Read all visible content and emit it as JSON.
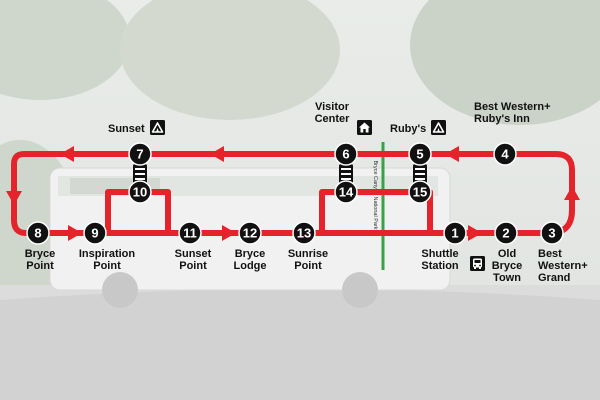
{
  "colors": {
    "route": "#e5232a",
    "stop_fill": "#111111",
    "stop_text": "#ffffff",
    "boundary": "#3aa14a",
    "label": "#111111"
  },
  "boundary_label": "Bryce Canyon National Park",
  "stops": [
    {
      "id": "1",
      "lines": [
        "Shuttle",
        "Station"
      ],
      "icon": "bus-icon"
    },
    {
      "id": "2",
      "lines": [
        "Old",
        "Bryce",
        "Town"
      ]
    },
    {
      "id": "3",
      "lines": [
        "Best",
        "Western+",
        "Grand"
      ]
    },
    {
      "id": "4",
      "lines": [
        "Best Western+",
        "Ruby's Inn"
      ]
    },
    {
      "id": "5",
      "lines": [
        "Ruby's"
      ],
      "icon": "campground-icon"
    },
    {
      "id": "6",
      "lines": [
        "Visitor",
        "Center"
      ],
      "icon": "visitor-center-icon"
    },
    {
      "id": "7",
      "lines": [
        "Sunset"
      ],
      "icon": "campground-icon"
    },
    {
      "id": "8",
      "lines": [
        "Bryce",
        "Point"
      ]
    },
    {
      "id": "9",
      "lines": [
        "Inspiration",
        "Point"
      ]
    },
    {
      "id": "10",
      "lines": []
    },
    {
      "id": "11",
      "lines": [
        "Sunset",
        "Point"
      ]
    },
    {
      "id": "12",
      "lines": [
        "Bryce",
        "Lodge"
      ]
    },
    {
      "id": "13",
      "lines": [
        "Sunrise",
        "Point"
      ]
    },
    {
      "id": "14",
      "lines": []
    },
    {
      "id": "15",
      "lines": []
    }
  ]
}
